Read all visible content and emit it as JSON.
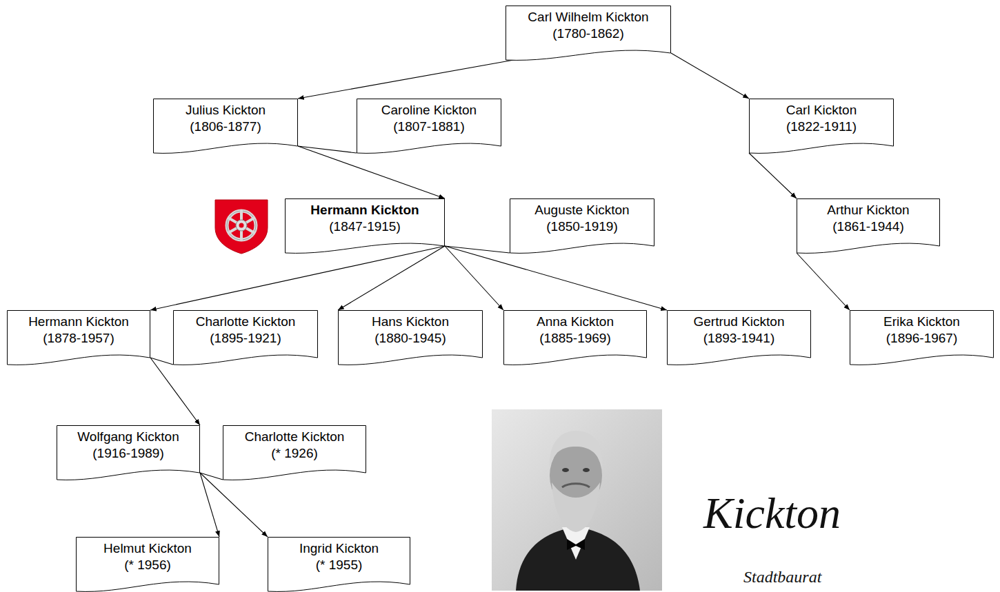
{
  "diagram": {
    "nodes": [
      {
        "text": [
          "Carl Wilhelm Kickton",
          "(1780-1862)"
        ]
      },
      {
        "text": [
          "Julius Kickton",
          "(1806-1877)"
        ]
      },
      {
        "text": [
          "Caroline Kickton",
          "(1807-1881)"
        ]
      },
      {
        "text": [
          "Carl Kickton",
          "(1822-1911)"
        ]
      },
      {
        "text": [
          "Hermann Kickton",
          "(1847-1915)"
        ]
      },
      {
        "text": [
          "Auguste Kickton",
          "(1850-1919)"
        ]
      },
      {
        "text": [
          "Arthur Kickton",
          "(1861-1944)"
        ]
      },
      {
        "text": [
          "Hermann Kickton",
          "(1878-1957)"
        ]
      },
      {
        "text": [
          "Charlotte Kickton",
          "(1895-1921)"
        ]
      },
      {
        "text": [
          "Hans Kickton",
          "(1880-1945)"
        ]
      },
      {
        "text": [
          "Anna Kickton",
          "(1885-1969)"
        ]
      },
      {
        "text": [
          "Gertrud Kickton",
          "(1893-1941)"
        ]
      },
      {
        "text": [
          "Erika Kickton",
          "(1896-1967)"
        ]
      },
      {
        "text": [
          "Wolfgang Kickton",
          "(1916-1989)"
        ]
      },
      {
        "text": [
          "Charlotte Kickton",
          "(* 1926)"
        ]
      },
      {
        "text": [
          "Helmut Kickton",
          "(* 1956)"
        ]
      },
      {
        "text": [
          "Ingrid Kickton",
          "(* 1955)"
        ]
      }
    ],
    "edges": [
      {
        "from": 0,
        "to": 1,
        "arrow": "to"
      },
      {
        "from": 0,
        "to": 3,
        "arrow": "to"
      },
      {
        "from": 1,
        "to": 2,
        "arrow": "none"
      },
      {
        "from": 1,
        "to": 4,
        "arrow": "to"
      },
      {
        "from": 3,
        "to": 6,
        "arrow": "to"
      },
      {
        "from": 4,
        "to": 5,
        "arrow": "none"
      },
      {
        "from": 4,
        "to": 7,
        "arrow": "to"
      },
      {
        "from": 4,
        "to": 9,
        "arrow": "to"
      },
      {
        "from": 4,
        "to": 10,
        "arrow": "to"
      },
      {
        "from": 4,
        "to": 11,
        "arrow": "to"
      },
      {
        "from": 6,
        "to": 12,
        "arrow": "to"
      },
      {
        "from": 7,
        "to": 8,
        "arrow": "none"
      },
      {
        "from": 7,
        "to": 13,
        "arrow": "to"
      },
      {
        "from": 13,
        "to": 14,
        "arrow": "none"
      },
      {
        "from": 13,
        "to": 15,
        "arrow": "to"
      },
      {
        "from": 13,
        "to": 16,
        "arrow": "to"
      }
    ],
    "labels": [
      "Kickton",
      "Stadtbaurat"
    ]
  }
}
